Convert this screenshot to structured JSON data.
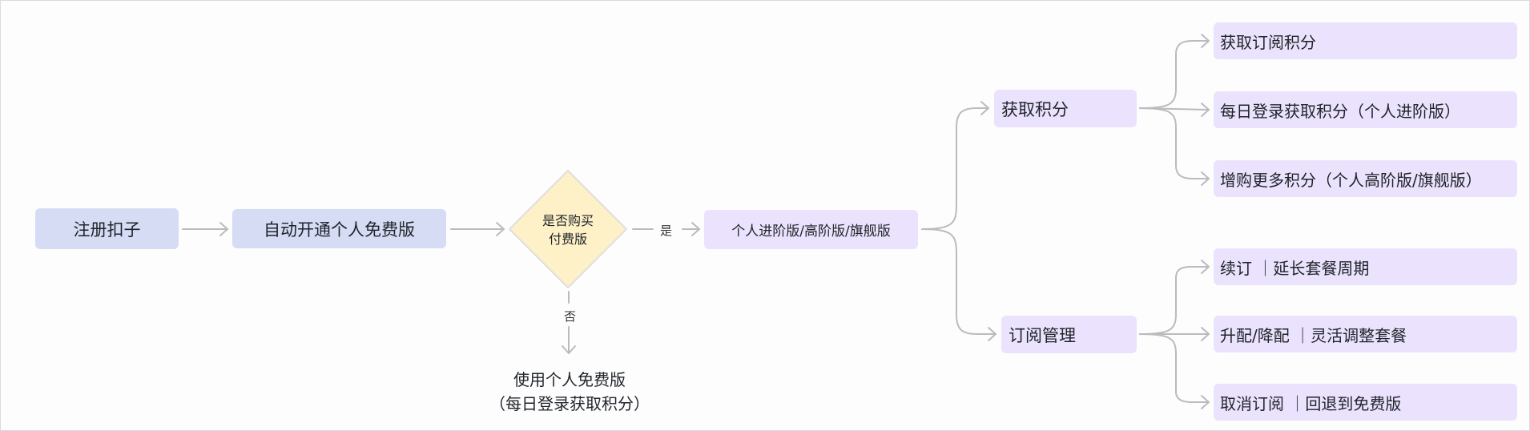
{
  "nodes": {
    "register": "注册扣子",
    "auto_free": "自动开通个人免费版",
    "decision": [
      "是否购买",
      "付费版"
    ],
    "paid_plans": "个人进阶版/高阶版/旗舰版",
    "earn_points": "获取积分",
    "sub_mgmt": "订阅管理",
    "earn_children": [
      "获取订阅积分",
      "每日登录获取积分（个人进阶版）",
      "增购更多积分（个人高阶版/旗舰版）"
    ],
    "mgmt_children": [
      "续订 ｜延长套餐周期",
      "升配/降配 ｜灵活调整套餐",
      "取消订阅 ｜回退到免费版"
    ],
    "free_result": [
      "使用个人免费版",
      "（每日登录获取积分）"
    ]
  },
  "edge_labels": {
    "yes": "是",
    "no": "否"
  },
  "colors": {
    "node_blue": "#d5dcf4",
    "node_purple": "#ebe3fd",
    "decision_fill": "#fff1c7",
    "decision_stroke": "#dedede",
    "edge": "#bbbbbb",
    "text": "#1f2329"
  }
}
